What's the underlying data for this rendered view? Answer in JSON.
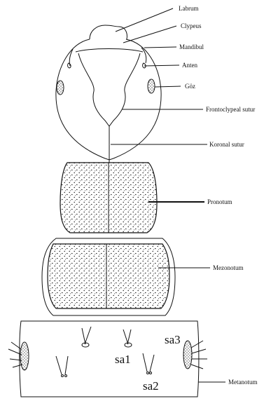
{
  "labels": {
    "labrum": "Labrum",
    "clypeus": "Clypeus",
    "mandibul": "Mandibul",
    "anten": "Anten",
    "goz": "Göz",
    "frontoclypeal": "Frontoclypeal sutur",
    "koronal": "Koronal sutur",
    "pronotum": "Pronotum",
    "mezonotum": "Mezonotum",
    "metanotum": "Metanotum",
    "sa1": "sa1",
    "sa2": "sa2",
    "sa3": "sa3"
  }
}
